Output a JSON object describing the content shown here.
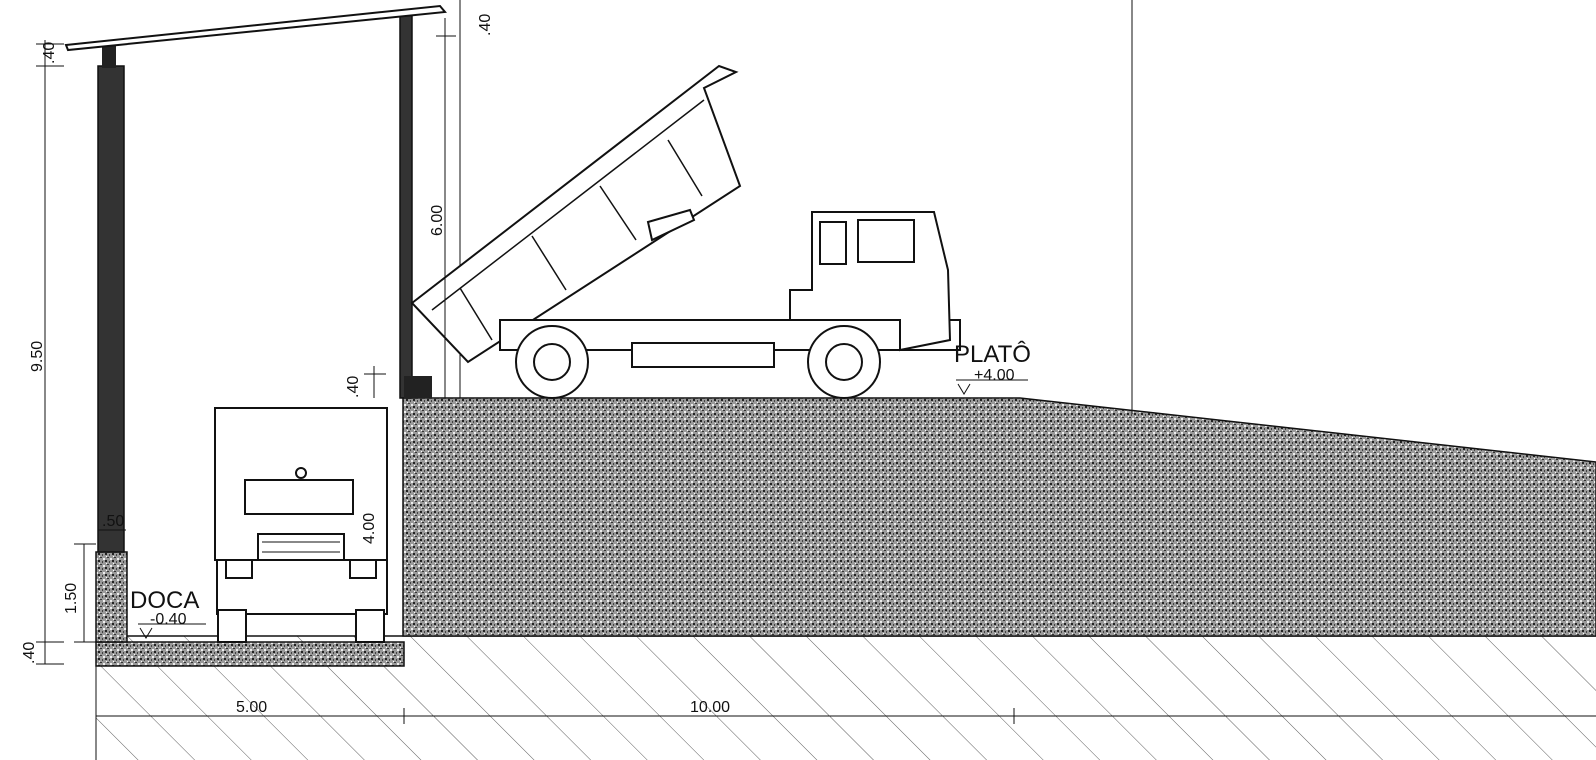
{
  "labels": {
    "doca": "DOCA",
    "doca_level": "-0.40",
    "plato": "PLATÔ",
    "plato_level": "+4.00"
  },
  "dimensions": {
    "roof_thickness_left": ".40",
    "roof_thickness_right": ".40",
    "total_height": "9.50",
    "column_height": "6.00",
    "wall_step": ".40",
    "truck_height": "4.00",
    "curb_width": ".50",
    "curb_height": "1.50",
    "pit_depth": ".40",
    "dock_width": "5.00",
    "plateau_width": "10.00"
  },
  "colors": {
    "ink": "#111111",
    "earth": "#8a8a8a",
    "paper": "#ffffff"
  }
}
